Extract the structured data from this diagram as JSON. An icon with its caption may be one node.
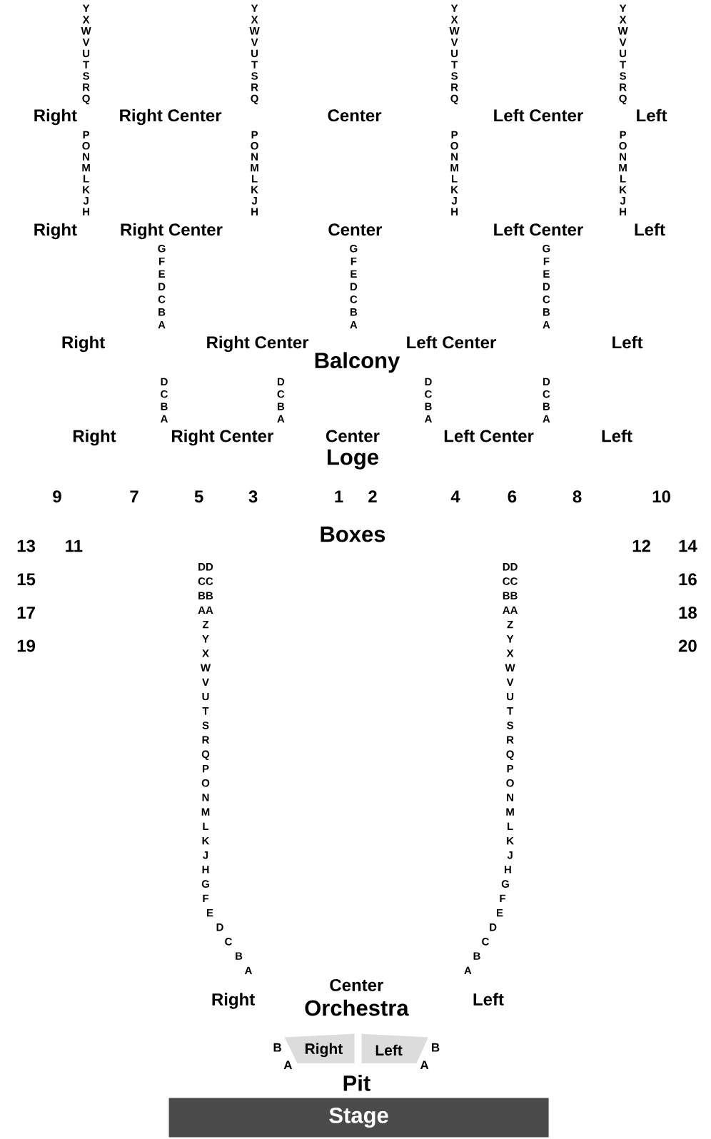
{
  "diagram": {
    "nodes": [
      {
        "text": [
          "Right"
        ],
        "beside": [
          "B",
          "A"
        ]
      },
      {
        "text": [
          "Left"
        ],
        "beside": [
          "B",
          "A"
        ]
      },
      {
        "text": [
          "Stage"
        ]
      }
    ],
    "labels": [
      "Y",
      "X",
      "W",
      "V",
      "U",
      "T",
      "S",
      "R",
      "Q",
      "Y",
      "X",
      "W",
      "V",
      "U",
      "T",
      "S",
      "R",
      "Q",
      "Y",
      "X",
      "W",
      "V",
      "U",
      "T",
      "S",
      "R",
      "Q",
      "Y",
      "X",
      "W",
      "V",
      "U",
      "T",
      "S",
      "R",
      "Q",
      "Right",
      "Right Center",
      "Center",
      "Left Center",
      "Left",
      "P",
      "O",
      "N",
      "M",
      "L",
      "K",
      "J",
      "H",
      "P",
      "O",
      "N",
      "M",
      "L",
      "K",
      "J",
      "H",
      "P",
      "O",
      "N",
      "M",
      "L",
      "K",
      "J",
      "H",
      "P",
      "O",
      "N",
      "M",
      "L",
      "K",
      "J",
      "H",
      "Right",
      "Right Center",
      "Center",
      "Left Center",
      "Left",
      "G",
      "F",
      "E",
      "D",
      "C",
      "B",
      "A",
      "G",
      "F",
      "E",
      "D",
      "C",
      "B",
      "A",
      "G",
      "F",
      "E",
      "D",
      "C",
      "B",
      "A",
      "Right",
      "Right Center",
      "Left Center",
      "Left",
      "Balcony",
      "D",
      "C",
      "B",
      "A",
      "D",
      "C",
      "B",
      "A",
      "D",
      "C",
      "B",
      "A",
      "D",
      "C",
      "B",
      "A",
      "Right",
      "Right Center",
      "Center",
      "Left Center",
      "Left",
      "Loge",
      "9",
      "7",
      "5",
      "3",
      "1",
      "2",
      "4",
      "6",
      "8",
      "10",
      "Boxes",
      "13",
      "11",
      "12",
      "14",
      "15",
      "16",
      "17",
      "18",
      "19",
      "20",
      "DD",
      "CC",
      "BB",
      "AA",
      "Z",
      "Y",
      "X",
      "W",
      "V",
      "U",
      "T",
      "S",
      "R",
      "Q",
      "P",
      "O",
      "N",
      "M",
      "L",
      "K",
      "J",
      "H",
      "G",
      "F",
      "E",
      "D",
      "C",
      "B",
      "A",
      "DD",
      "CC",
      "BB",
      "AA",
      "Z",
      "Y",
      "X",
      "W",
      "V",
      "U",
      "T",
      "S",
      "R",
      "Q",
      "P",
      "O",
      "N",
      "M",
      "L",
      "K",
      "J",
      "H",
      "G",
      "F",
      "E",
      "D",
      "C",
      "B",
      "A",
      "Center",
      "Right",
      "Orchestra",
      "Left",
      "Pit"
    ]
  }
}
